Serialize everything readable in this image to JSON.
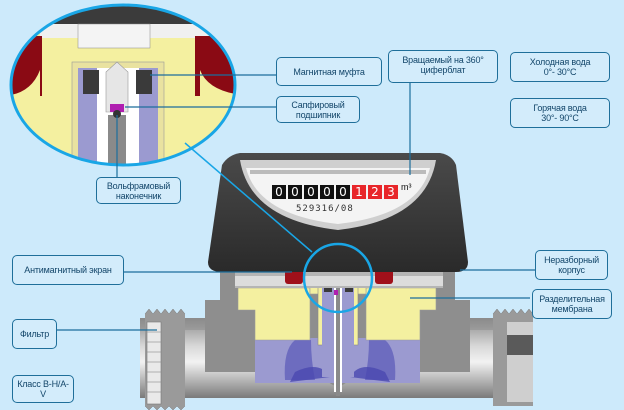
{
  "labels": {
    "magnetic_coupling": "Магнитная муфта",
    "sapphire_bearing_l1": "Сапфировый",
    "sapphire_bearing_l2": "подшипник",
    "rotating_dial_l1": "Вращаемый на 360°",
    "rotating_dial_l2": "циферблат",
    "cold_water_l1": "Холодная вода",
    "cold_water_l2": "0°- 30°C",
    "hot_water_l1": "Горячая вода",
    "hot_water_l2": "30°- 90°C",
    "tungsten_tip_l1": "Вольфрамовый",
    "tungsten_tip_l2": "наконечник",
    "antimagnetic_screen": "Антимагнитный экран",
    "non_separable_body_l1": "Неразборный",
    "non_separable_body_l2": "корпус",
    "separating_membrane_l1": "Разделительная",
    "separating_membrane_l2": "мембрана",
    "filter": "Фильтр",
    "class": "Класс B-H/A-V"
  },
  "counter": {
    "digits": [
      "0",
      "0",
      "0",
      "0",
      "0",
      "1",
      "2",
      "3"
    ],
    "unit": "m³",
    "serial": "529316/08"
  },
  "colors": {
    "background": "#cdeafb",
    "label_border": "#1f6f9a",
    "label_text": "#13466a",
    "leader_line": "#1c6e9c",
    "highlight_circle": "#19a6e6",
    "housing_dark": "#3a3a3a",
    "yellow_part": "#f4f0a0",
    "red_screen": "#a0101a",
    "water_chamber": "#9b9ad0",
    "digit_red": "#e8262a"
  }
}
